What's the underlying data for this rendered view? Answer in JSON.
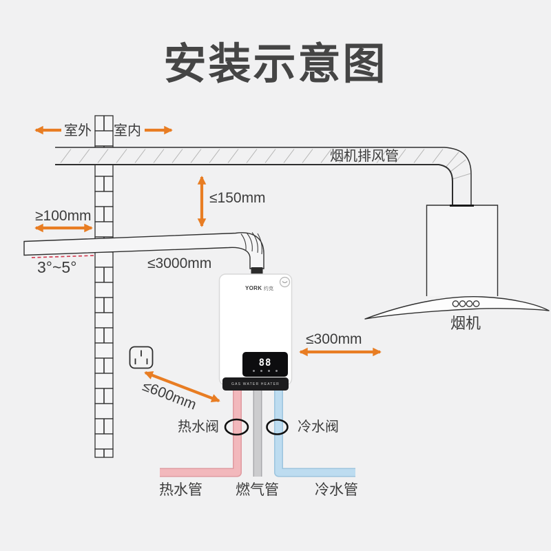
{
  "title": "安装示意图",
  "colors": {
    "background": "#f1f1f2",
    "accent_orange": "#e87d23",
    "text": "#3c3c3c",
    "line": "#2e2e2e",
    "dashed_red": "#d23f54",
    "hot_pipe": "#f2b8bc",
    "gas_pipe": "#ccccce",
    "cold_pipe": "#bddcf0"
  },
  "wall": {
    "outdoor_label": "室外",
    "indoor_label": "室内"
  },
  "duct": {
    "label": "烟机排风管"
  },
  "hood": {
    "label": "烟机"
  },
  "measurements": {
    "ceiling_clearance": "≤150mm",
    "wall_clearance": "≥100mm",
    "flue_slope": "3°~5°",
    "flue_length": "≤3000mm",
    "side_clearance": "≤300mm",
    "outlet_distance": "≤600mm"
  },
  "heater": {
    "brand_en": "YORK",
    "brand_cn": "约克",
    "display_value": "88",
    "strip_text": "GAS WATER HEATER"
  },
  "valves": {
    "hot": "热水阀",
    "cold": "冷水阀"
  },
  "pipes": {
    "hot": "热水管",
    "gas": "燃气管",
    "cold": "冷水管"
  }
}
